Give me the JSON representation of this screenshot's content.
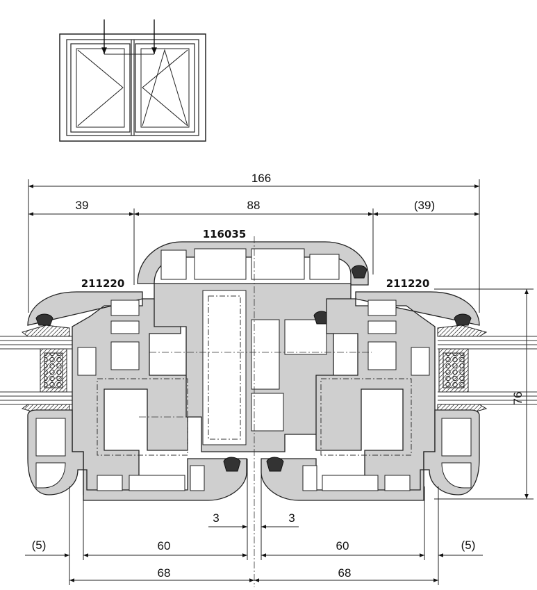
{
  "profiles": {
    "mullion_code": "116035",
    "sash_left_code": "211220",
    "sash_right_code": "211220"
  },
  "dimensions": {
    "overall": "166",
    "left_outer": "39",
    "middle": "88",
    "right_outer": "(39)",
    "depth": "76",
    "gap_left": "3",
    "gap_right": "3",
    "offset_left": "(5)",
    "offset_right": "(5)",
    "sash_left": "60",
    "sash_right": "60",
    "frame_left": "68",
    "frame_right": "68"
  }
}
